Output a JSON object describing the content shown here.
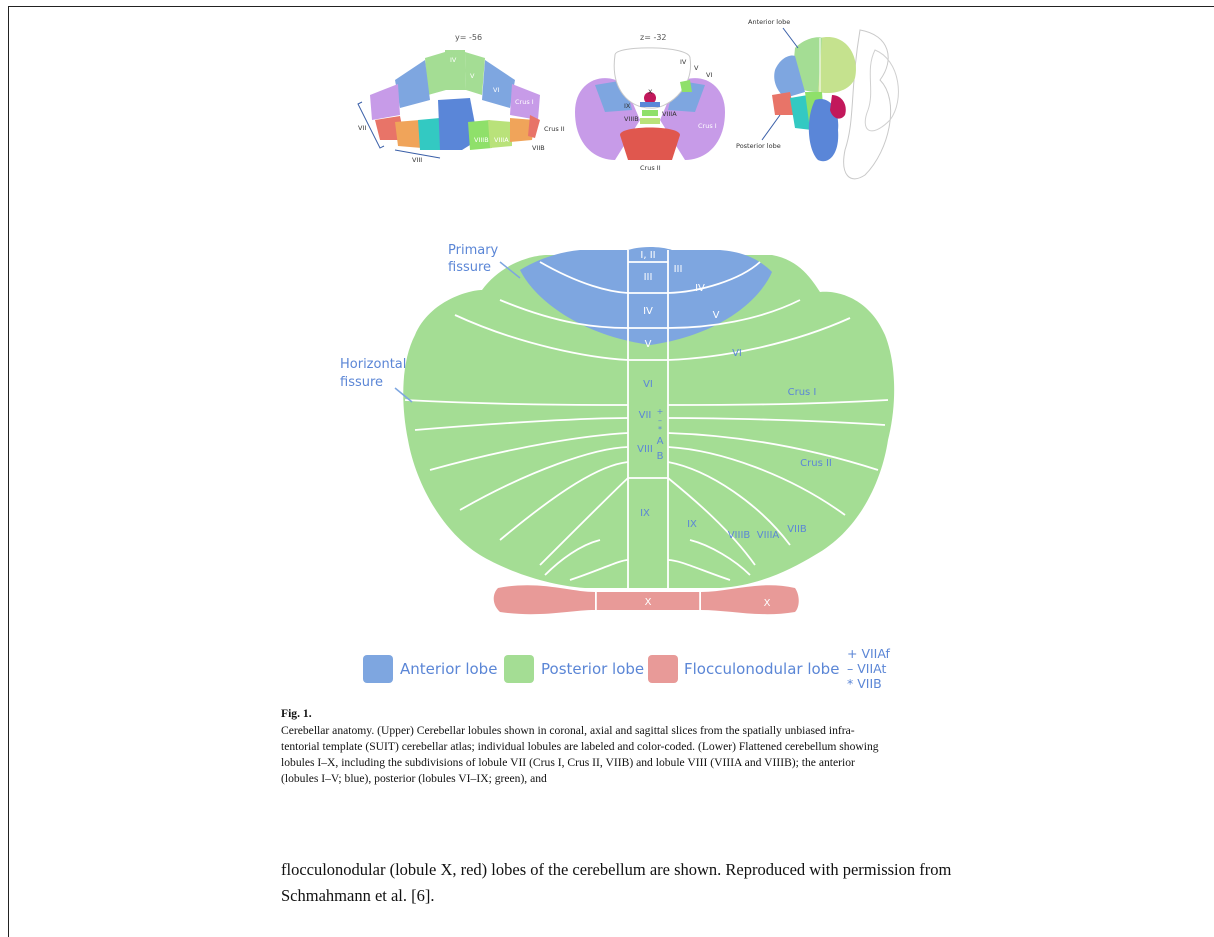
{
  "colors": {
    "anterior": "#7ea6e0",
    "posterior": "#a4dd94",
    "flocculonodular": "#e89a98",
    "label": "#5b86d6"
  },
  "top_panels": {
    "coronal_title": "y= -56",
    "axial_title": "z= -32",
    "coronal_labels": [
      "IV",
      "V",
      "VI",
      "Crus I",
      "VII",
      "Crus II",
      "VIIIB",
      "VIIIA",
      "VIIB",
      "VIII"
    ],
    "axial_labels": [
      "IV",
      "V",
      "VI",
      "X",
      "IX",
      "VIIIA",
      "VIIIB",
      "Crus I",
      "Crus II"
    ],
    "sagittal_labels": [
      "Anterior lobe",
      "Posterior lobe"
    ]
  },
  "flat_map": {
    "fissures": {
      "primary_line1": "Primary",
      "primary_line2": "fissure",
      "horizontal_line1": "Horizontal",
      "horizontal_line2": "fissure"
    },
    "vermis_labels": [
      "I, II",
      "III",
      "IV",
      "V",
      "VI",
      "VII",
      "VIII",
      "IX"
    ],
    "vermis_marks": [
      "+",
      "–",
      "*"
    ],
    "vermis_sub": [
      "A",
      "B"
    ],
    "hemisphere_labels": [
      "III",
      "IV",
      "V",
      "VI",
      "Crus I",
      "Crus II",
      "IX",
      "VIIIB",
      "VIIIA",
      "VIIB"
    ],
    "x_labels": [
      "X",
      "X"
    ]
  },
  "legend": {
    "anterior": "Anterior lobe",
    "posterior": "Posterior lobe",
    "flocculonodular": "Flocculonodular lobe",
    "marks": [
      "+ VIIAf",
      "– VIIAt",
      "* VIIB"
    ]
  },
  "caption": {
    "fig_number": "Fig. 1.",
    "text": "Cerebellar anatomy. (Upper) Cerebellar lobules shown in coronal, axial and sagittal slices from the spatially unbiased infra-tentorial template (SUIT) cerebellar atlas; individual lobules are labeled and color-coded. (Lower) Flattened cerebellum showing lobules I–X, including the subdivisions of lobule VII (Crus I, Crus II, VIIB) and lobule VIII (VIIIA and VIIIB); the anterior (lobules I–V; blue), posterior (lobules VI–IX; green), and"
  },
  "body_text": "flocculonodular (lobule X, red) lobes of the cerebellum are shown. Reproduced with permission from Schmahmann et al. [6]."
}
